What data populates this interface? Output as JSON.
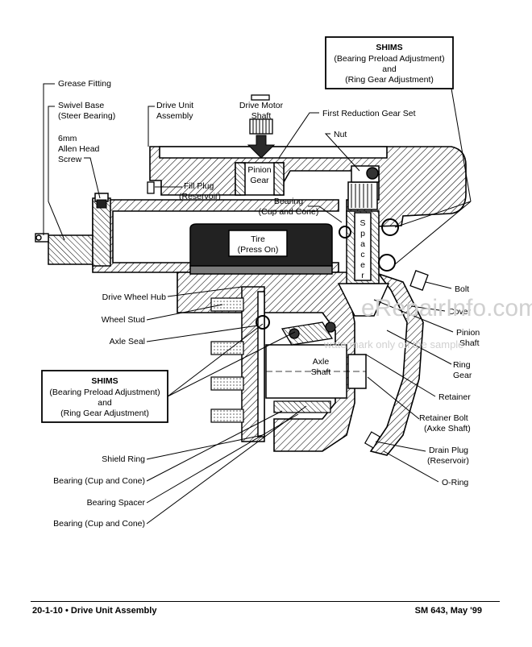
{
  "labels": {
    "grease_fitting": "Grease Fitting",
    "swivel_base": "Swivel Base",
    "steer_bearing": "(Steer Bearing)",
    "drive_unit": "Drive Unit",
    "assembly": "Assembly",
    "drive_motor": "Drive Motor",
    "shaft": "Shaft",
    "first_reduction": "First Reduction Gear Set",
    "nut": "Nut",
    "allen_6mm": "6mm",
    "allen_head": "Allen Head",
    "screw": "Screw",
    "fill_plug": "Fill Plug",
    "reservoir": "(Reservoir)",
    "pinion": "Pinion",
    "gear": "Gear",
    "bearing": "Bearing",
    "cup_and_cone": "(Cup and Cone)",
    "spacer_letters": [
      "S",
      "p",
      "a",
      "c",
      "e",
      "r"
    ],
    "tire": "Tire",
    "press_on": "(Press On)",
    "bolt": "Bolt",
    "cover": "Cover",
    "pinion_shaft_1": "Pinion",
    "pinion_shaft_2": "Shaft",
    "ring_1": "Ring",
    "ring_2": "Gear",
    "drive_wheel_hub": "Drive Wheel Hub",
    "wheel_stud": "Wheel Stud",
    "axle_seal": "Axle Seal",
    "axle": "Axle",
    "axle_shaft": "Shaft",
    "retainer": "Retainer",
    "retainer_bolt": "Retainer Bolt",
    "axke_shaft": "(Axke Shaft)",
    "drain_plug": "Drain Plug",
    "drain_reservoir": "(Reservoir)",
    "o_ring": "O-Ring",
    "shield_ring": "Shield Ring",
    "bearing_cup_cone_1": "Bearing (Cup and Cone)",
    "bearing_spacer": "Bearing Spacer",
    "bearing_cup_cone_2": "Bearing (Cup and Cone)"
  },
  "shims_top": {
    "title": "SHIMS",
    "line1": "(Bearing Preload Adjustment)",
    "line2": "and",
    "line3": "(Ring Gear Adjustment)"
  },
  "shims_left": {
    "title": "SHIMS",
    "line1": "(Bearing Preload Adjustment)",
    "line2": "and",
    "line3": "(Ring Gear Adjustment)"
  },
  "watermark": {
    "site": "eRepairInfo.com",
    "note": "watermark only on the sample"
  },
  "footer": {
    "left": "20-1-10  •  Drive Unit Assembly",
    "right": "SM 643, May '99"
  }
}
